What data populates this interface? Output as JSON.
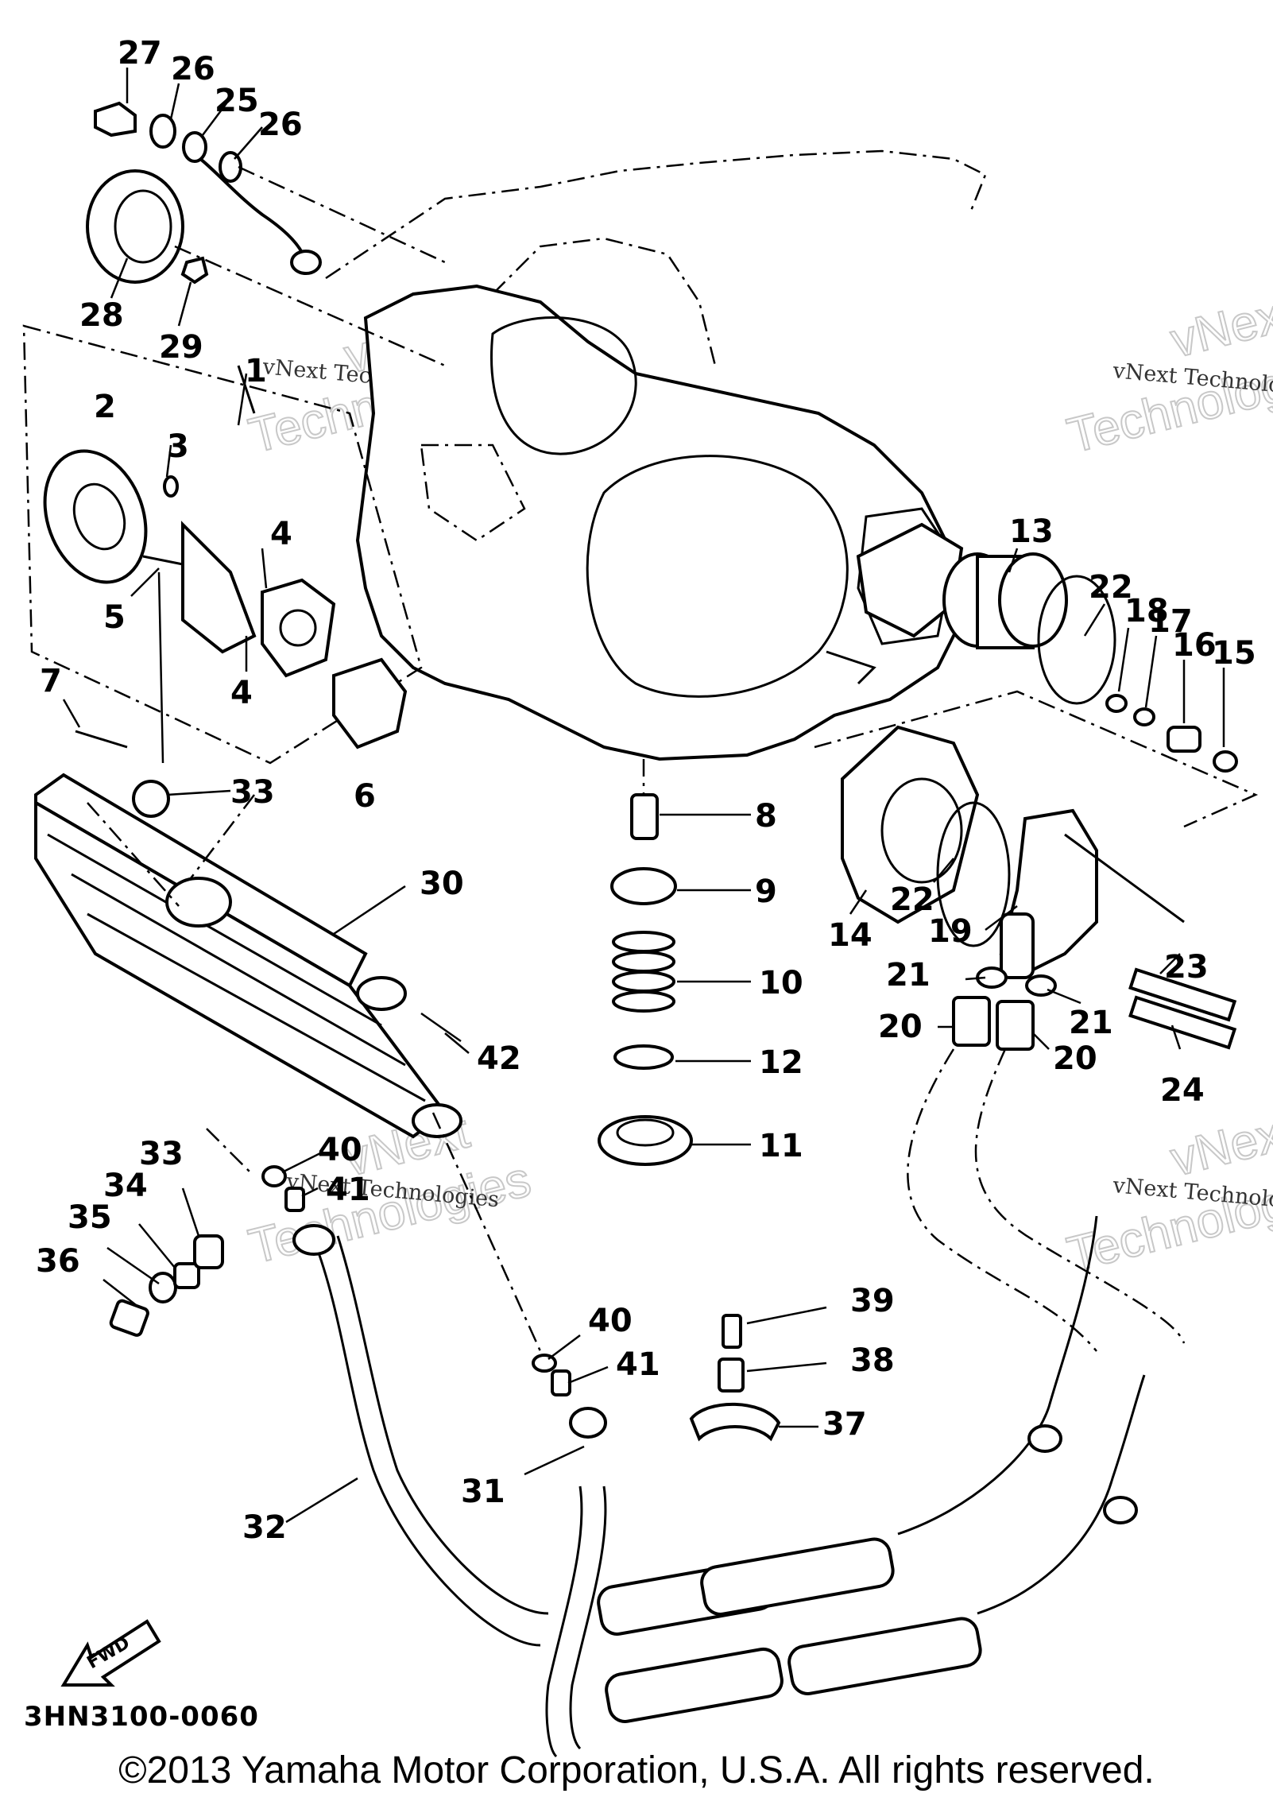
{
  "diagram": {
    "code": "3HN3100-0060",
    "fwd_label": "FWD",
    "copyright": "©2013 Yamaha Motor Corporation, U.S.A. All rights reserved.",
    "watermark": {
      "brand_top": "vNext",
      "brand_bottom": "Technologies",
      "small": "vNext Technologies"
    },
    "callouts": {
      "c1": "1",
      "c2": "2",
      "c3": "3",
      "c4a": "4",
      "c4b": "4",
      "c5": "5",
      "c6": "6",
      "c7": "7",
      "c8": "8",
      "c9": "9",
      "c10": "10",
      "c11": "11",
      "c12": "12",
      "c13": "13",
      "c14": "14",
      "c15": "15",
      "c16": "16",
      "c17": "17",
      "c18": "18",
      "c19": "19",
      "c20a": "20",
      "c20b": "20",
      "c21a": "21",
      "c21b": "21",
      "c22a": "22",
      "c22b": "22",
      "c23": "23",
      "c24": "24",
      "c25": "25",
      "c26a": "26",
      "c26b": "26",
      "c27": "27",
      "c28": "28",
      "c29": "29",
      "c30": "30",
      "c31": "31",
      "c32": "32",
      "c33a": "33",
      "c33b": "33",
      "c34": "34",
      "c35": "35",
      "c36": "36",
      "c37": "37",
      "c38": "38",
      "c39": "39",
      "c40a": "40",
      "c40b": "40",
      "c41a": "41",
      "c41b": "41",
      "c42": "42"
    }
  }
}
